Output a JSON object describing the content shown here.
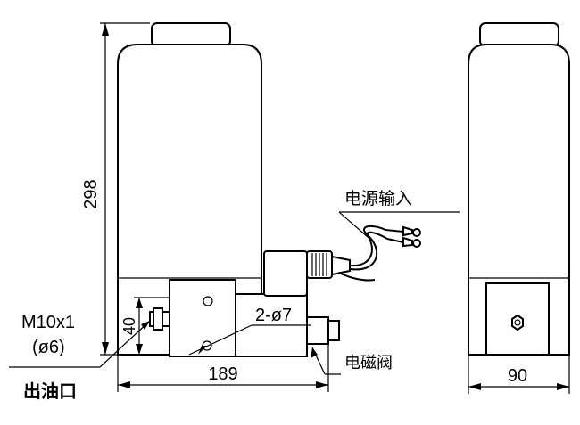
{
  "dimensions": {
    "height": "298",
    "width": "189",
    "depth": "90",
    "port_offset": "40",
    "holes": "2-ø7"
  },
  "labels": {
    "power_input": "电源输入",
    "solenoid_valve": "电磁阀",
    "outlet_thread": "M10x1",
    "outlet_tube": "(ø6)",
    "outlet": "出油口"
  },
  "colors": {
    "line": "#000000",
    "background": "#ffffff"
  }
}
